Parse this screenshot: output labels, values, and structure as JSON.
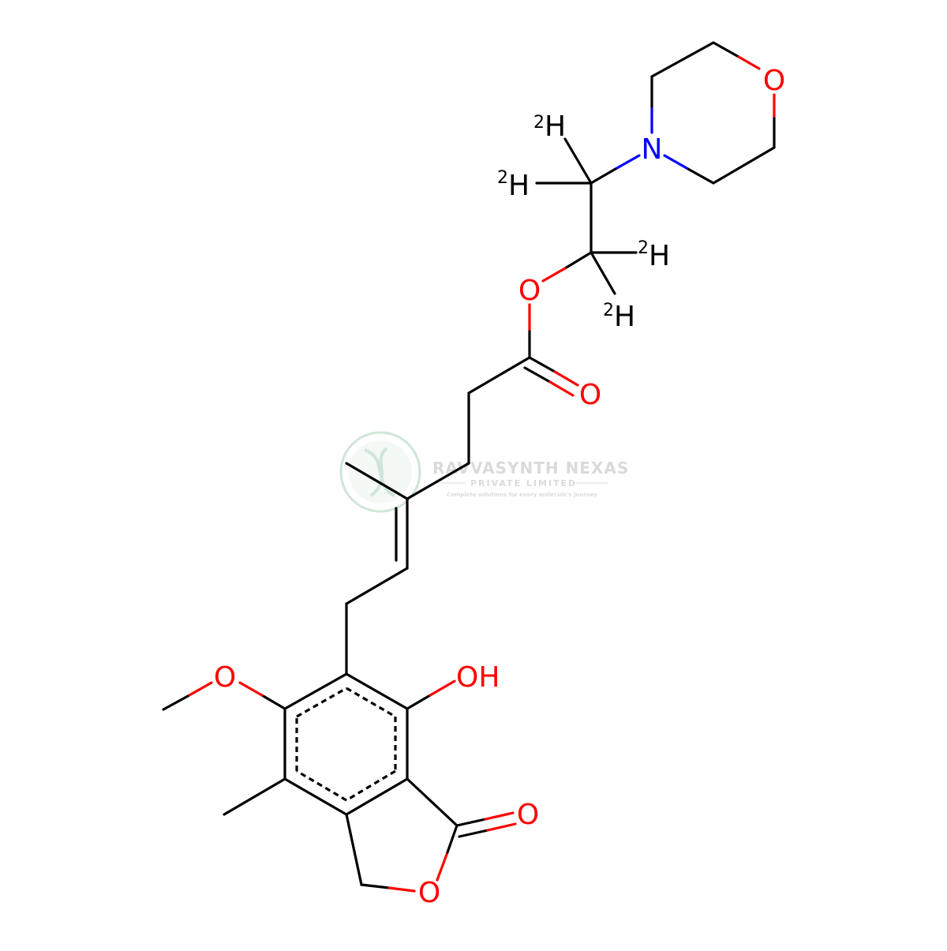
{
  "watermark": {
    "company": "RAVVASYNTH NEXAS",
    "subtitle": "PRIVATE LIMITED",
    "tagline": "Complete solutions for every molecule's journey"
  },
  "atoms": {
    "o_morpholine": "O",
    "n_morpholine": "N",
    "h_d1": "H",
    "h_d1_iso": "2",
    "h_d2": "H",
    "h_d2_iso": "2",
    "h_d3": "H",
    "h_d3_iso": "2",
    "h_d4": "H",
    "h_d4_iso": "2",
    "o_ester": "O",
    "o_carbonyl": "O",
    "o_methoxy": "O",
    "oh": "OH",
    "o_lactone_carbonyl": "O",
    "o_lactone_ring": "O"
  },
  "colors": {
    "bond": "#000000",
    "oxygen": "#ff0000",
    "nitrogen": "#0000ff",
    "watermark": "#2e8b57"
  }
}
